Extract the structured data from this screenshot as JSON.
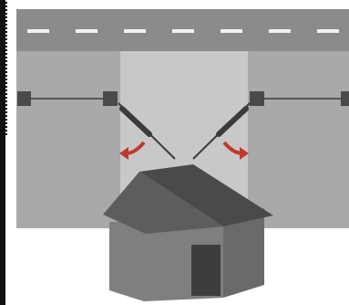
{
  "colors": {
    "background": "#ffffff",
    "frame": "#111111",
    "road": "#8b8b8b",
    "road_marking": "#f2f2f2",
    "verge": "#a9a9a9",
    "driveway": "#c8c8c8",
    "post": "#4a4a4a",
    "fence_wire": "#3a3a3a",
    "gate_arm": "#3b3b3b",
    "swing_arrow": "#c0392b",
    "roof_front": "#5d5d5d",
    "roof_top": "#4a4a4a",
    "house_wall": "#7f7f7f",
    "house_side": "#6a6a6a",
    "door": "#3d3d3d"
  },
  "icons": {
    "house": "house-icon",
    "gate_left": "gate-arm-left",
    "gate_right": "gate-arm-right",
    "arrow_left": "swing-arrow-left",
    "arrow_right": "swing-arrow-right"
  }
}
